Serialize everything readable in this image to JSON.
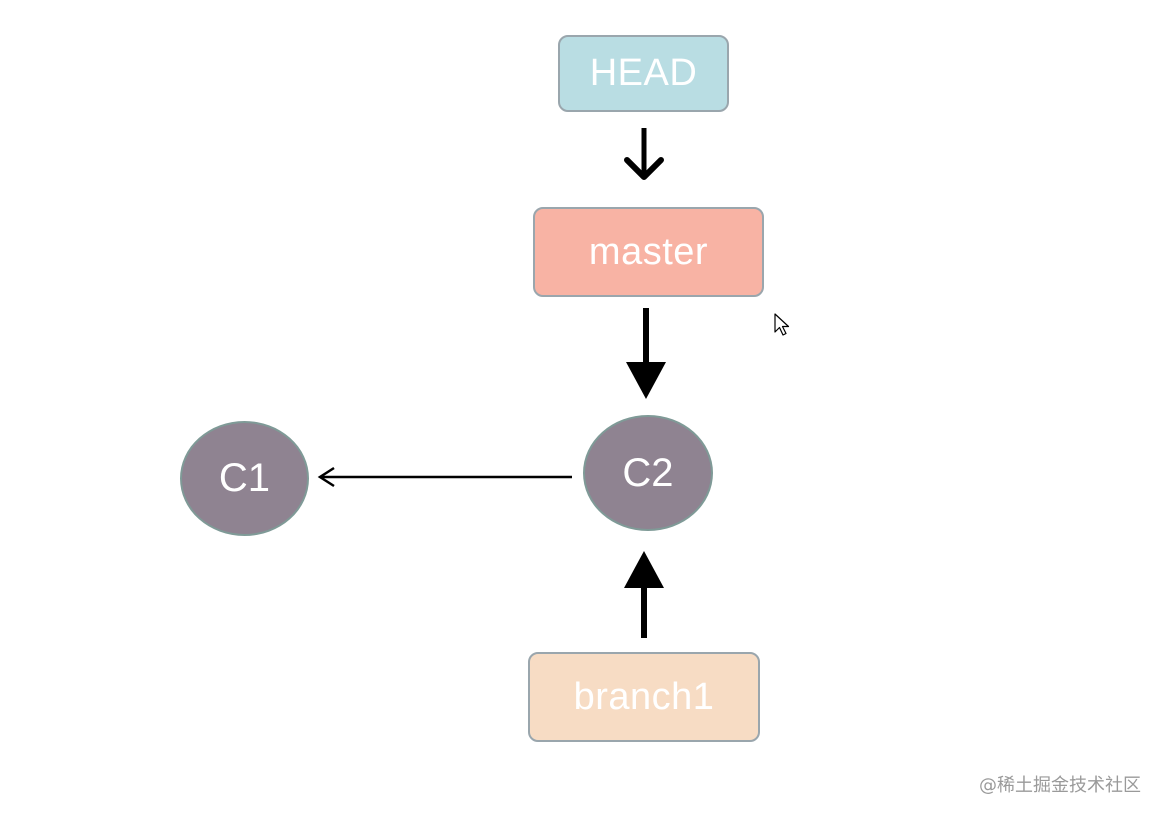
{
  "diagram": {
    "refs": {
      "head": {
        "label": "HEAD",
        "color": "#b9dde3"
      },
      "master": {
        "label": "master",
        "color": "#f8b3a4"
      },
      "branch1": {
        "label": "branch1",
        "color": "#f7dcc4"
      }
    },
    "commits": {
      "c1": {
        "label": "C1",
        "color": "#8f8391"
      },
      "c2": {
        "label": "C2",
        "color": "#8f8391"
      }
    },
    "edges": [
      {
        "from": "HEAD",
        "to": "master"
      },
      {
        "from": "master",
        "to": "C2"
      },
      {
        "from": "branch1",
        "to": "C2"
      },
      {
        "from": "C2",
        "to": "C1"
      }
    ]
  },
  "watermark": "@稀土掘金技术社区",
  "icons": {
    "cursor": "mouse-pointer-icon"
  }
}
